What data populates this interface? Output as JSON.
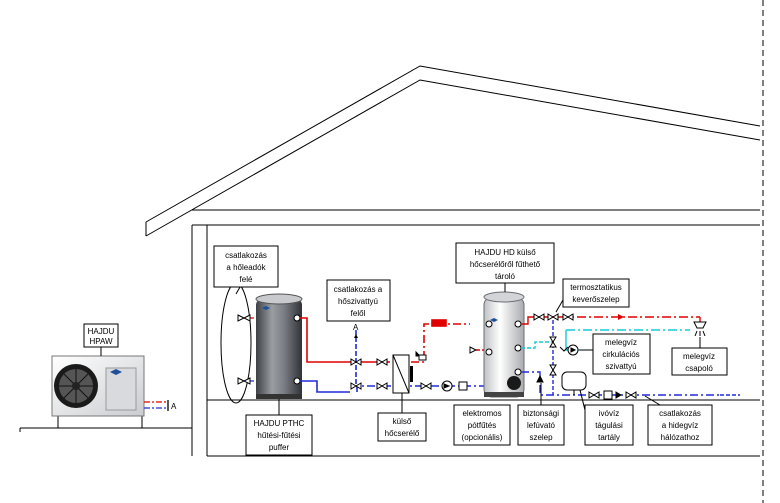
{
  "labels": {
    "hpaw": [
      "HAJDU",
      "HPAW"
    ],
    "consumers": [
      "csatlakozás",
      "a hőleadók",
      "felé"
    ],
    "heatpump_side": [
      "csatlakozás a",
      "hőszivattyú",
      "felől"
    ],
    "hd_tank": [
      "HAJDU HD külső",
      "hőcserélőről fűthető",
      "tároló"
    ],
    "thermo_valve": [
      "termosztatikus",
      "keverőszelep"
    ],
    "circ_pump": [
      "melegvíz",
      "cirkulációs",
      "szivattyú"
    ],
    "tap": [
      "melegvíz",
      "csapoló"
    ],
    "pthc": [
      "HAJDU PTHC",
      "hűtési-fűtési",
      "puffer"
    ],
    "ext_hx": [
      "külső",
      "hőcserélő"
    ],
    "electric": [
      "elektromos",
      "pótfűtés",
      "(opcionális)"
    ],
    "safety_valve": [
      "biztonsági",
      "lefúvató",
      "szelep"
    ],
    "expansion": [
      "ivóvíz",
      "tágulási",
      "tartály"
    ],
    "cold_water": [
      "csatlakozás",
      "a hidegvíz",
      "hálózathoz"
    ]
  },
  "markers": {
    "a_top": "A",
    "a_right": "A"
  },
  "colors": {
    "hot": "#e00000",
    "cold": "#1f2bd6",
    "circulation": "#19c9d8",
    "line": "#000000",
    "tank": "#6b6e73"
  }
}
